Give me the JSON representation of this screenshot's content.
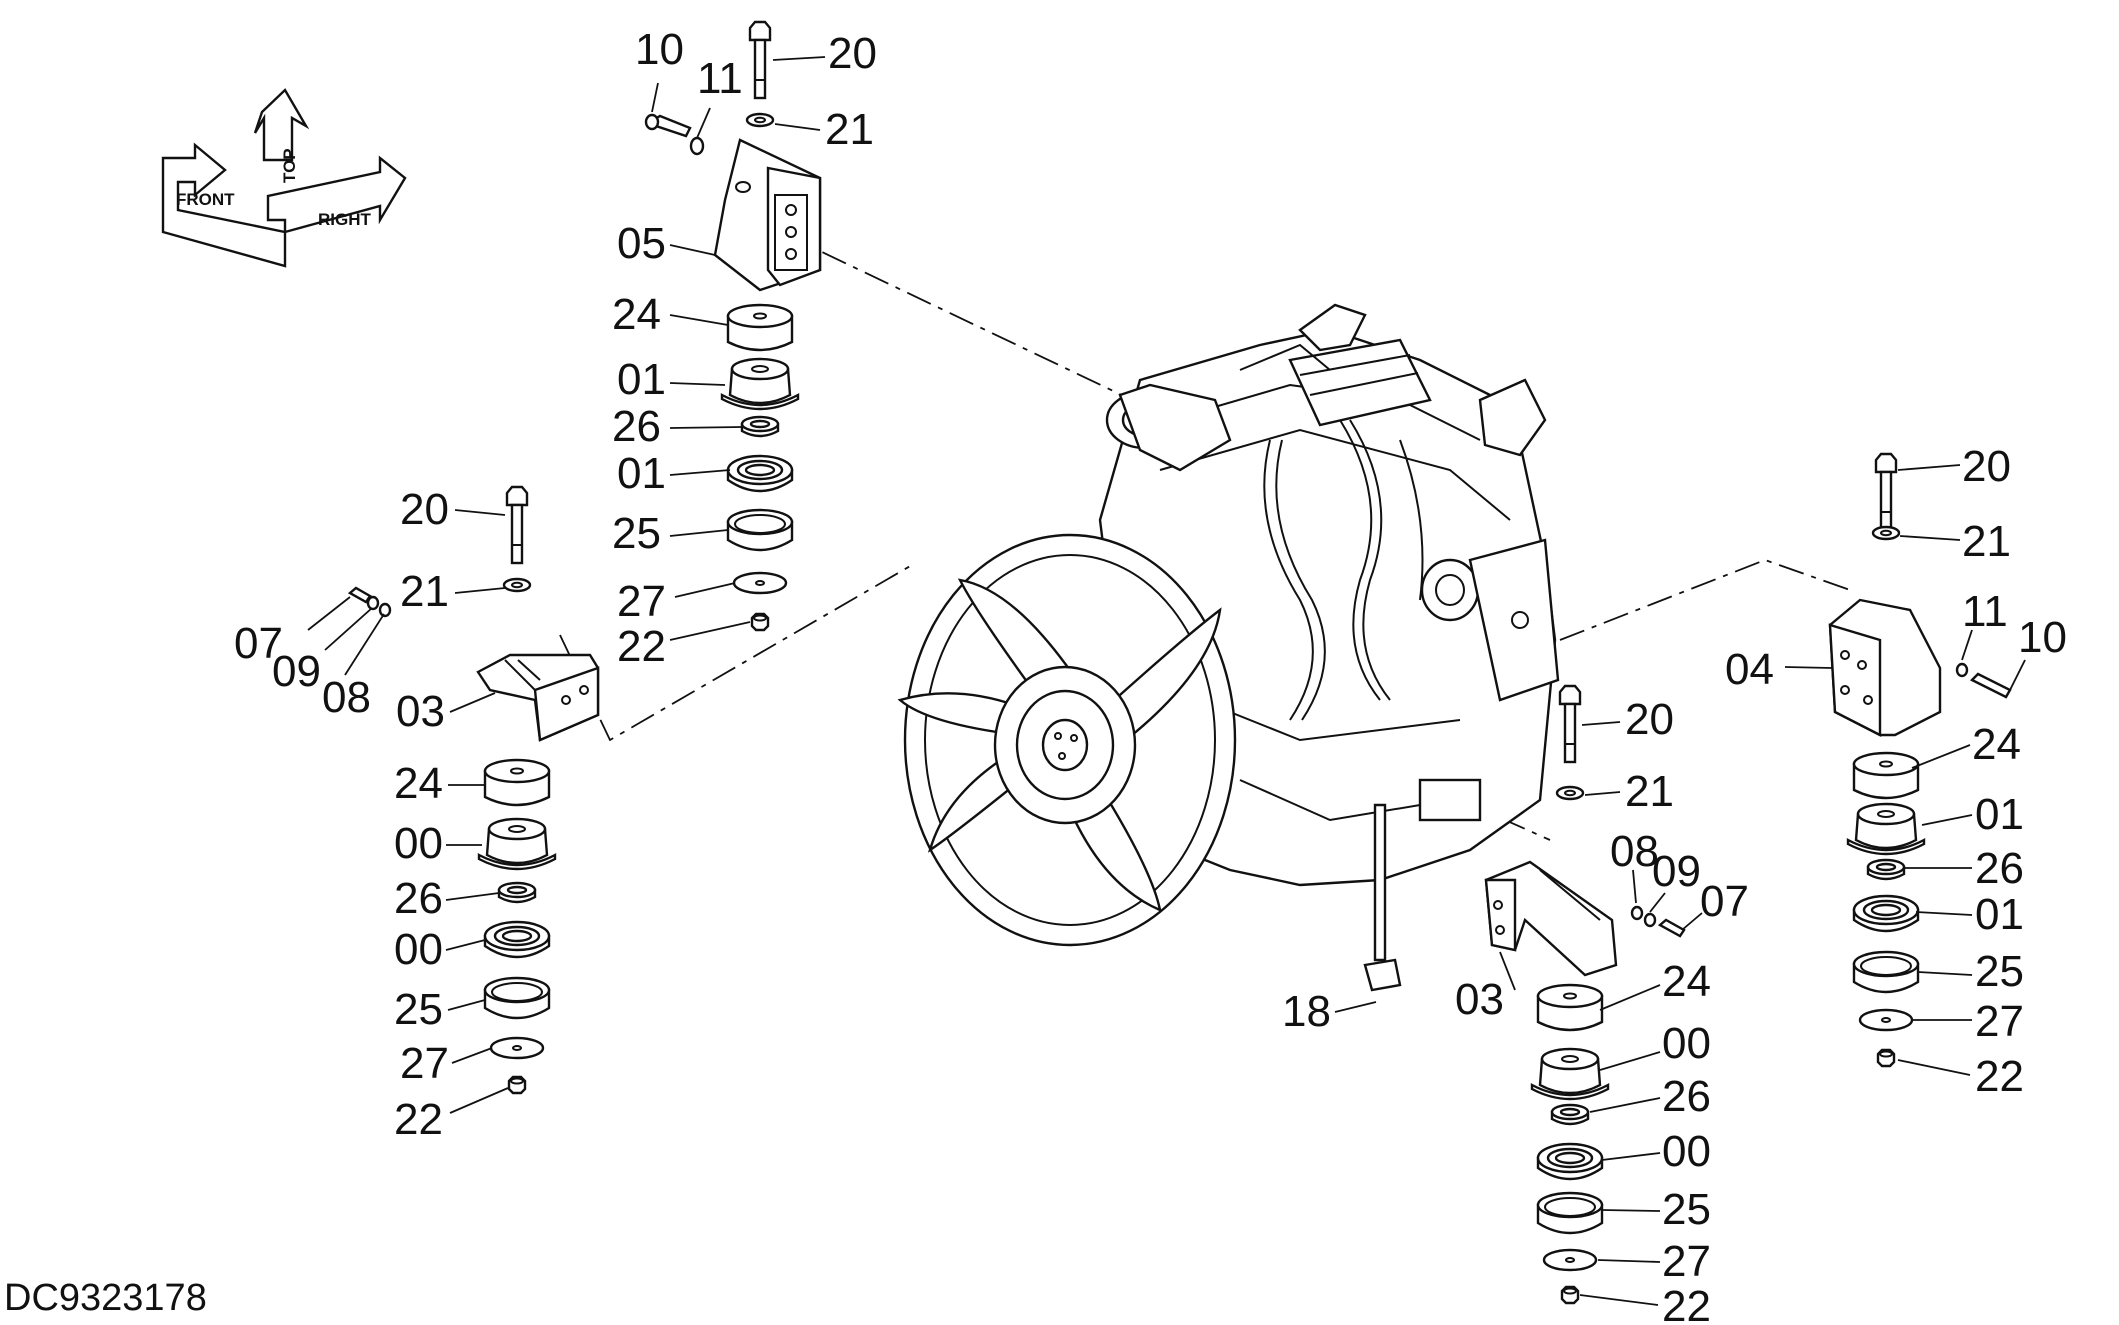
{
  "drawing_id": "DC9323178",
  "orientation": {
    "front": "FRONT",
    "top": "TOP",
    "right": "RIGHT"
  },
  "callouts": {
    "fr_bolt": "20",
    "fr_washer": "21",
    "fr_bolt_small": "10",
    "fr_lockwasher": "11",
    "fr_bracket": "05",
    "fr_mount_top": "24",
    "fr_cushion_a": "01",
    "fr_spacer": "26",
    "fr_cushion_b": "01",
    "fr_cup": "25",
    "fr_plate": "27",
    "fr_nut": "22",
    "fl_bolt": "20",
    "fl_washer": "21",
    "fl_bolt_small": "07",
    "fl_lockwasher": "09",
    "fl_flatwasher": "08",
    "fl_bracket": "03",
    "fl_mount_top": "24",
    "fl_cushion_a": "00",
    "fl_spacer": "26",
    "fl_cushion_b": "00",
    "fl_cup": "25",
    "fl_plate": "27",
    "fl_nut": "22",
    "rc_bolt": "20",
    "rc_washer": "21",
    "rc_flatwasher": "08",
    "rc_lockwasher": "09",
    "rc_bolt_small": "07",
    "rc_bracket": "03",
    "rc_mount_top": "24",
    "rc_cushion_a": "00",
    "rc_spacer": "26",
    "rc_cushion_b": "00",
    "rc_cup": "25",
    "rc_plate": "27",
    "rc_nut": "22",
    "rr_bolt": "20",
    "rr_washer": "21",
    "rr_lockwasher": "11",
    "rr_bolt_small": "10",
    "rr_bracket": "04",
    "rr_mount_top": "24",
    "rr_cushion_a": "01",
    "rr_spacer": "26",
    "rr_cushion_b": "01",
    "rr_cup": "25",
    "rr_plate": "27",
    "rr_nut": "22",
    "drain_clip": "18"
  }
}
